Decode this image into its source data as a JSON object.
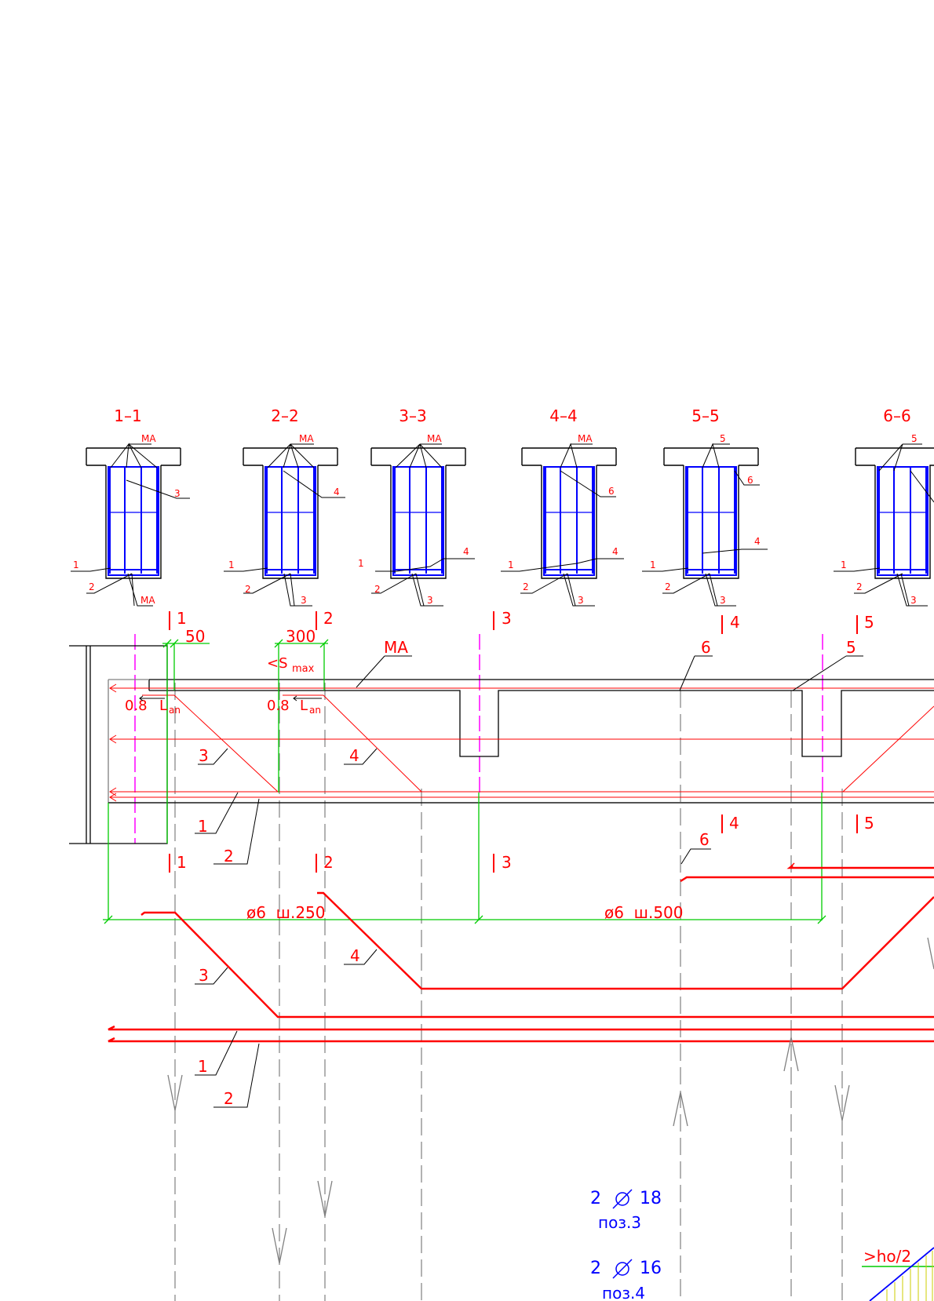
{
  "sections": [
    {
      "title": "1–1",
      "callouts": {
        "top": "MA",
        "side": "3",
        "bottom_top": "1",
        "bottom_bar": "2",
        "bottom_right": "MA"
      }
    },
    {
      "title": "2–2",
      "callouts": {
        "top": "MA",
        "side": "4",
        "bottom_top": "1",
        "bottom_bar": "2",
        "bottom_right": "3"
      }
    },
    {
      "title": "3–3",
      "callouts": {
        "top": "MA",
        "side": "4",
        "bottom_top": "1",
        "bottom_bar": "2",
        "bottom_right": "3"
      }
    },
    {
      "title": "4–4",
      "callouts": {
        "top": "MA",
        "side": "6",
        "mid": "4",
        "bottom_top": "1",
        "bottom_bar": "2",
        "bottom_right": "3"
      }
    },
    {
      "title": "5–5",
      "callouts": {
        "top": "5",
        "side": "6",
        "mid": "4",
        "bottom_top": "1",
        "bottom_bar": "2",
        "bottom_right": "3"
      }
    },
    {
      "title": "6–6",
      "callouts": {
        "top": "5",
        "bottom_top": "1",
        "bottom_bar": "2",
        "bottom_right": "3"
      }
    }
  ],
  "section_marks": [
    "1",
    "2",
    "3",
    "4",
    "5"
  ],
  "elevation": {
    "dim_50": "50",
    "dim_300": "300",
    "s_max": "<S",
    "s_max_sub": "max",
    "lan_factor": "0.8",
    "lan_letter": "L",
    "lan_sub": "an",
    "ma_label": "MA",
    "bar_labels": {
      "b1": "1",
      "b2": "2",
      "b3": "3",
      "b4": "4",
      "b5": "5",
      "b6": "6"
    }
  },
  "stirrups": {
    "left": "ø6  ш.250",
    "right": "ø6  ш.500"
  },
  "bars_detail": {
    "b1": "1",
    "b2": "2",
    "b3": "3",
    "b4": "4",
    "b6": "6"
  },
  "notes": {
    "n1_count": "2",
    "n1_diam": "18",
    "n1_pos": "поз.3",
    "n2_count": "2",
    "n2_diam": "16",
    "n2_pos": "поз.4",
    "h0": ">ho/2"
  },
  "colors": {
    "red": "#ff0000",
    "blue": "#0000ff",
    "green": "#00cc00",
    "magenta": "#ff00ff",
    "grey": "#808080",
    "black": "#000000",
    "yellow": "#ffff00"
  }
}
